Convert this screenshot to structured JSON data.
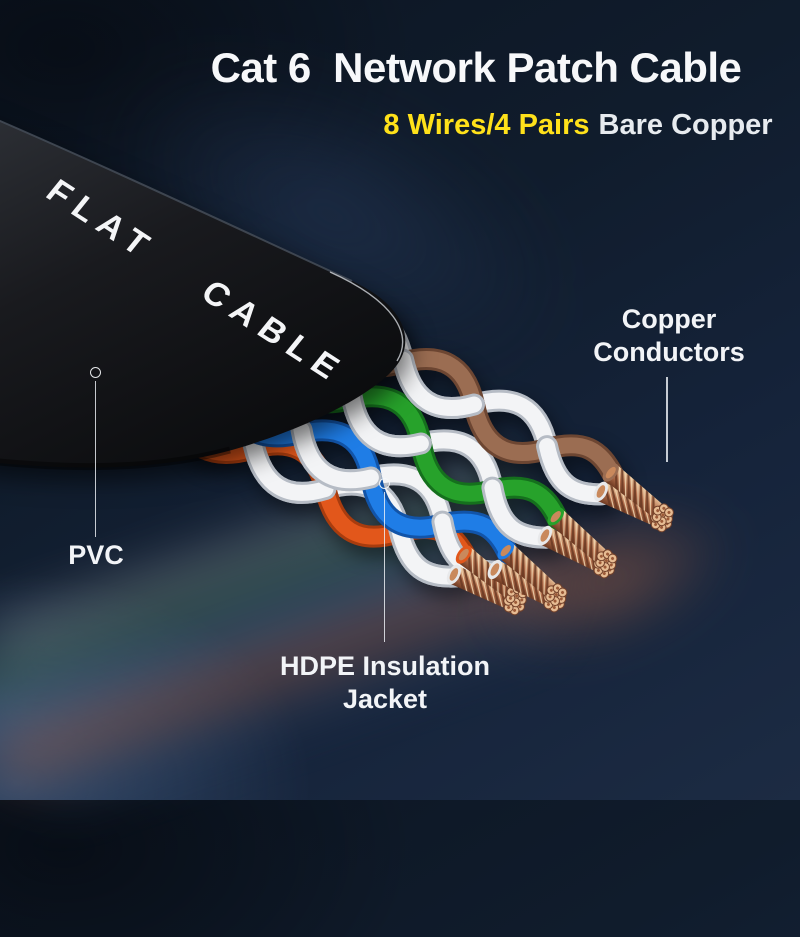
{
  "header": {
    "title": "Cat 6  Network Patch Cable",
    "subtitle_highlight": "8 Wires/4 Pairs",
    "subtitle_rest": "Bare Copper"
  },
  "cable": {
    "print": "FLAT CABLE"
  },
  "annotations": {
    "copper_conductors": {
      "line1": "Copper",
      "line2": "Conductors"
    },
    "pvc": {
      "label": "PVC"
    },
    "hdpe": {
      "line1": "HDPE Insulation",
      "line2": "Jacket"
    }
  },
  "colors": {
    "accent_yellow": "#ffe11a",
    "background_navy": "#131f31",
    "cable_black": "#17181b",
    "wire_orange": "#e2571b",
    "wire_blue": "#1f7de6",
    "wire_green": "#27a22b",
    "wire_brown": "#9b6d52",
    "wire_white": "#f3f4f6",
    "copper": "#b5714e"
  }
}
